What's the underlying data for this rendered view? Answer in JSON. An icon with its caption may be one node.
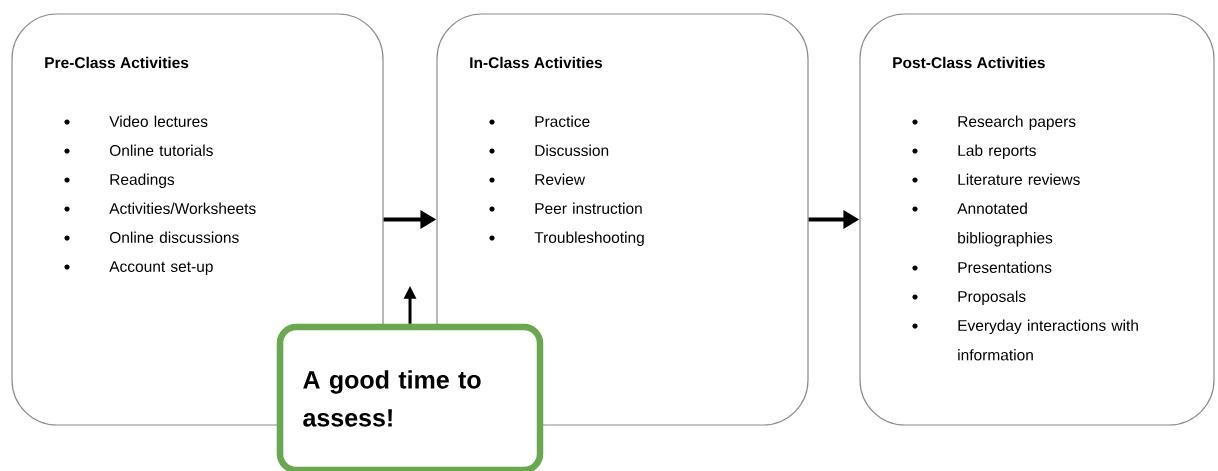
{
  "diagram": {
    "nodes": [
      {
        "text": [
          "Pre-Class Activities",
          "Video lectures",
          "Online tutorials",
          "Readings",
          "Activities/Worksheets",
          "Online discussions",
          "Account set-up"
        ]
      },
      {
        "text": [
          "In-Class Activities",
          "Practice",
          "Discussion",
          "Review",
          "Peer instruction",
          "Troubleshooting"
        ]
      },
      {
        "text": [
          "Post-Class Activities",
          "Research papers",
          "Lab reports",
          "Literature reviews",
          "Annotated bibliographies",
          "Presentations",
          "Proposals",
          "Everyday interactions with information"
        ]
      },
      {
        "text": [
          "A good time to assess!"
        ]
      }
    ],
    "edges": [
      {
        "from": 0,
        "to": 1,
        "arrow": "to"
      },
      {
        "from": 1,
        "to": 2,
        "arrow": "to"
      },
      {
        "from": 3,
        "to": null,
        "arrow": "to"
      }
    ]
  }
}
